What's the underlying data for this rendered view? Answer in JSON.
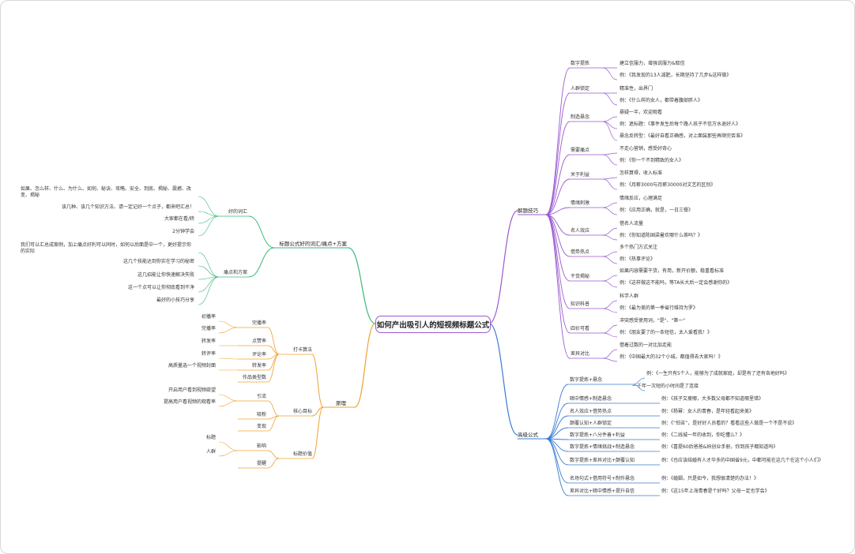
{
  "root": "如何产出吸引人的短视频标题公式",
  "colors": {
    "skills": "#9b59d0",
    "formula": "#3a7bd5",
    "principle": "#f0a030",
    "universal": "#3cb878"
  },
  "skills": {
    "label": "解题技巧",
    "items": [
      {
        "label": "数字提炼",
        "lines": [
          "建立信服力，增强说服力&取信",
          "例：《我发现的13人减肥，长期坚持了几步&这样做》"
        ]
      },
      {
        "label": "人群锁定",
        "lines": [
          "精准性，出界门",
          "例：《什么样的女人，都带着腹部胖人》"
        ]
      },
      {
        "label": "制造悬念",
        "lines": [
          "悬疑一半，欢迎观看",
          "例：遮标题：《事件发生后每个路人孩子不信万水退好人》",
          "悬念反转型：《最好自看正确感，对上面装那些再顺完否准》"
        ]
      },
      {
        "label": "需要痛点",
        "lines": [
          "不走心营销，感受好奇心",
          "例：《你一个不到精致的女人》"
        ]
      },
      {
        "label": "关于利益",
        "lines": [
          "怎样算得，收入标准",
          "例：《月薪3000与月薪30000对文艺的区别》"
        ]
      },
      {
        "label": "情绪刺激",
        "lines": [
          "情绪反应，心理满足",
          "例：《应用正确，就是，一日三餐》"
        ]
      },
      {
        "label": "名人效应",
        "lines": [
          "借名人流量",
          "例：《你知道陈国梁暑欢哪什么茶吗？》"
        ]
      },
      {
        "label": "借势热点",
        "lines": [
          "多个热门方式关注",
          "例：《热事评论》"
        ]
      },
      {
        "label": "干货揭秘",
        "lines": [
          "如果内容需要干货，有用，新开价额，稳重看标准",
          "例：《这样做这不能吗，等TA长大后一定会感谢你的》"
        ]
      },
      {
        "label": "知识科普",
        "lines": [
          "科学人群",
          "例：《最为美的第一季省行维持为罗》"
        ]
      },
      {
        "label": "四价可看",
        "lines": [
          "冲突感受使用词，\"是\"、\"第一\"",
          "例：《朋友要了的一条短信，太人爱看我！》"
        ]
      },
      {
        "label": "差异对比",
        "lines": [
          "借着过数的一对比加走能",
          "例：《中国最大的32个小城，都值得去大家吗！》"
        ]
      }
    ]
  },
  "formula": {
    "label": "高级公式",
    "items": [
      {
        "label": "数字提炼+悬念",
        "lines": [
          "例：《一生只有5个人，能够为了成就家庭，却是有了还有各地好吗》",
          "一千年一次短的小时间是了连接"
        ]
      },
      {
        "label": "暗中情感+制造悬念",
        "example": "例：《孩子又瘦哪，大多数父母都不知道哪里错》"
      },
      {
        "label": "名人效应+借势热点",
        "example": "例：《杨幂：女人的青春，是年轻看起来美》"
      },
      {
        "label": "颠覆认知+人群锁定",
        "example": "例：《“怕苦”，是好好人员看的？看看这些人做是一个不是不说》"
      },
      {
        "label": "数字提炼+八分件善+利益",
        "example": "例：《二线城一年的收到，你吃懂么？》"
      },
      {
        "label": "数字提炼+情绪挑战+制造悬念",
        "example": "例：《喜提60后爸爸&妈创业手册，你到孩子都知道吗》"
      },
      {
        "label": "数字提炼+差异对比+颠覆认知",
        "example": "例：《也应该结婚有人才华多的中国省9元，中都可能在这几个在这个小人们》"
      },
      {
        "label": "名场句式+借用符号+制作悬念",
        "example": "例：《婚姻，只是如今，我想很清楚的办法！》"
      },
      {
        "label": "差异对比+暗中情感+提升自信",
        "example": "例：《这15年上海青春是个好吗？父母一定也学会》"
      }
    ]
  },
  "principle": {
    "label": "原理",
    "groups": [
      {
        "label": "打卡算法",
        "children": [
          {
            "label": "完播率",
            "leaves": [
              "初播率",
              "完播率"
            ]
          },
          {
            "label": "点赞率",
            "leaves": [
              "转发率"
            ]
          },
          {
            "label": "评论率",
            "leaves": [
              "转评率"
            ]
          },
          {
            "label": "转发率",
            "leaves": [
              "高质量选一个视频封面"
            ]
          },
          {
            "label": "作品类型数",
            "leaves": []
          }
        ]
      },
      {
        "label": "核心目标",
        "children": [
          {
            "label": "引流",
            "leaves": [
              "开启用户看到视频欲望",
              "提高用户看视频的观看率"
            ]
          },
          {
            "label": "吸粉",
            "leaves": []
          },
          {
            "label": "变现",
            "leaves": []
          }
        ]
      },
      {
        "label": "标题价值",
        "children": [
          {
            "label": "影响",
            "leaves": [
              "标题",
              "人群"
            ]
          },
          {
            "label": "提醒",
            "leaves": []
          }
        ]
      }
    ]
  },
  "universal": {
    "label": "标题公式好的词汇/痛点+方案",
    "groups": [
      {
        "label": "好的词汇",
        "leaves": [
          "如果、怎么样、什么、为什么、如何、秘诀、攻略、安全、到底、揭秘、震撼、改变、揭秘",
          "该几种、该几个知识方法、请一定记好一个点子，都来吧汇总！",
          "大家都在看/转",
          "2分钟学会"
        ]
      },
      {
        "label": "痛点和方案",
        "leaves": [
          "我们可以汇总成案例，加上痛点好利可以同时，如何以后面是中一个，更好提示你的实际",
          "这几个技能达到你实在学习的秘密",
          "这几招能让你快速解决失败",
          "这一个点可以让你彻底看到干净",
          "最好的小技巧分享"
        ]
      }
    ]
  }
}
